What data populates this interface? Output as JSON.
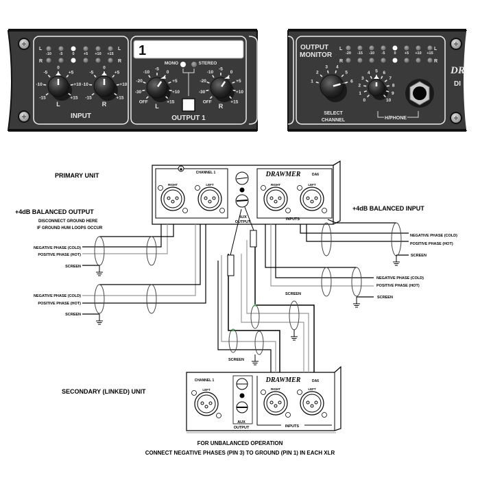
{
  "front_panel": {
    "input_section": {
      "title": "INPUT",
      "meter_scale": [
        "-10",
        "-5",
        "0",
        "+5",
        "+10",
        "+15"
      ],
      "meter_rows": [
        "L",
        "R"
      ],
      "lit_index": 2,
      "knobs": [
        {
          "label": "L",
          "scale": [
            "-15",
            "-10",
            "-5",
            "0",
            "+5",
            "+10",
            "+15"
          ],
          "value": "0"
        },
        {
          "label": "R",
          "scale": [
            "-15",
            "-10",
            "-5",
            "0",
            "+5",
            "+10",
            "+15"
          ],
          "value": "0"
        }
      ]
    },
    "output1_section": {
      "title": "OUTPUT 1",
      "display_text": "1",
      "mono_label": "MONO",
      "stereo_label": "STEREO",
      "knobs": [
        {
          "label": "L",
          "scale": [
            "OFF",
            "-30",
            "-20",
            "-10",
            "-5",
            "0",
            "+5",
            "+10",
            "+15"
          ],
          "value": "0"
        },
        {
          "label": "R",
          "scale": [
            "OFF",
            "-30",
            "-20",
            "-10",
            "-5",
            "0",
            "+5",
            "+10",
            "+15"
          ],
          "value": "0"
        }
      ]
    },
    "output_monitor_section": {
      "title_line1": "OUTPUT",
      "title_line2": "MONITOR",
      "meter_scale": [
        "-20",
        "-15",
        "-10",
        "-5",
        "0",
        "+5",
        "+10",
        "+15"
      ],
      "meter_rows": [
        "L",
        "R"
      ],
      "lit_index": 4,
      "select_knob": {
        "label_line1": "SELECT",
        "label_line2": "CHANNEL",
        "scale": [
          "1",
          "2",
          "3",
          "4",
          "5",
          "6"
        ],
        "value": "6"
      },
      "phone_knob": {
        "label": "H/PHONE",
        "scale": [
          "0",
          "1",
          "2",
          "3",
          "4",
          "5",
          "6",
          "7",
          "8",
          "9",
          "10"
        ],
        "value": "5"
      }
    },
    "brand_partial": "DR",
    "model_partial": "DI"
  },
  "diagram": {
    "primary_unit_label": "PRIMARY UNIT",
    "secondary_unit_label": "SECONDARY (LINKED) UNIT",
    "balanced_output_title": "+4dB BALANCED OUTPUT",
    "disconnect_note_line1": "DISCONNECT GROUND HERE",
    "disconnect_note_line2": "IF GROUND HUM LOOPS OCCUR",
    "balanced_input_title": "+4dB BALANCED INPUT",
    "rear_panel": {
      "channel_label": "CHANNEL 1",
      "right_label": "RIGHT",
      "left_label": "LEFT",
      "brand": "DRAWMER",
      "model": "DA6",
      "aux_output_line1": "AUX",
      "aux_output_line2": "OUTPUT",
      "inputs_label": "INPUTS",
      "jack_l": "L",
      "jack_r": "R"
    },
    "wire_labels": {
      "negative": "NEGATIVE PHASE (COLD)",
      "positive": "POSITIVE PHASE (HOT)",
      "screen": "SCREEN"
    },
    "footer_line1": "FOR UNBALANCED OPERATION",
    "footer_line2": "CONNECT NEGATIVE PHASES (PIN 3) TO GROUND (PIN 1) IN EACH XLR"
  },
  "colors": {
    "panel": "#3a3a3a",
    "panel_edge": "#1a1a1a",
    "led_on": "#ffffff",
    "led_off": "#8a8a8a",
    "wire_gray": "#9a9a9a",
    "green_dot": "#3fbf3f"
  }
}
